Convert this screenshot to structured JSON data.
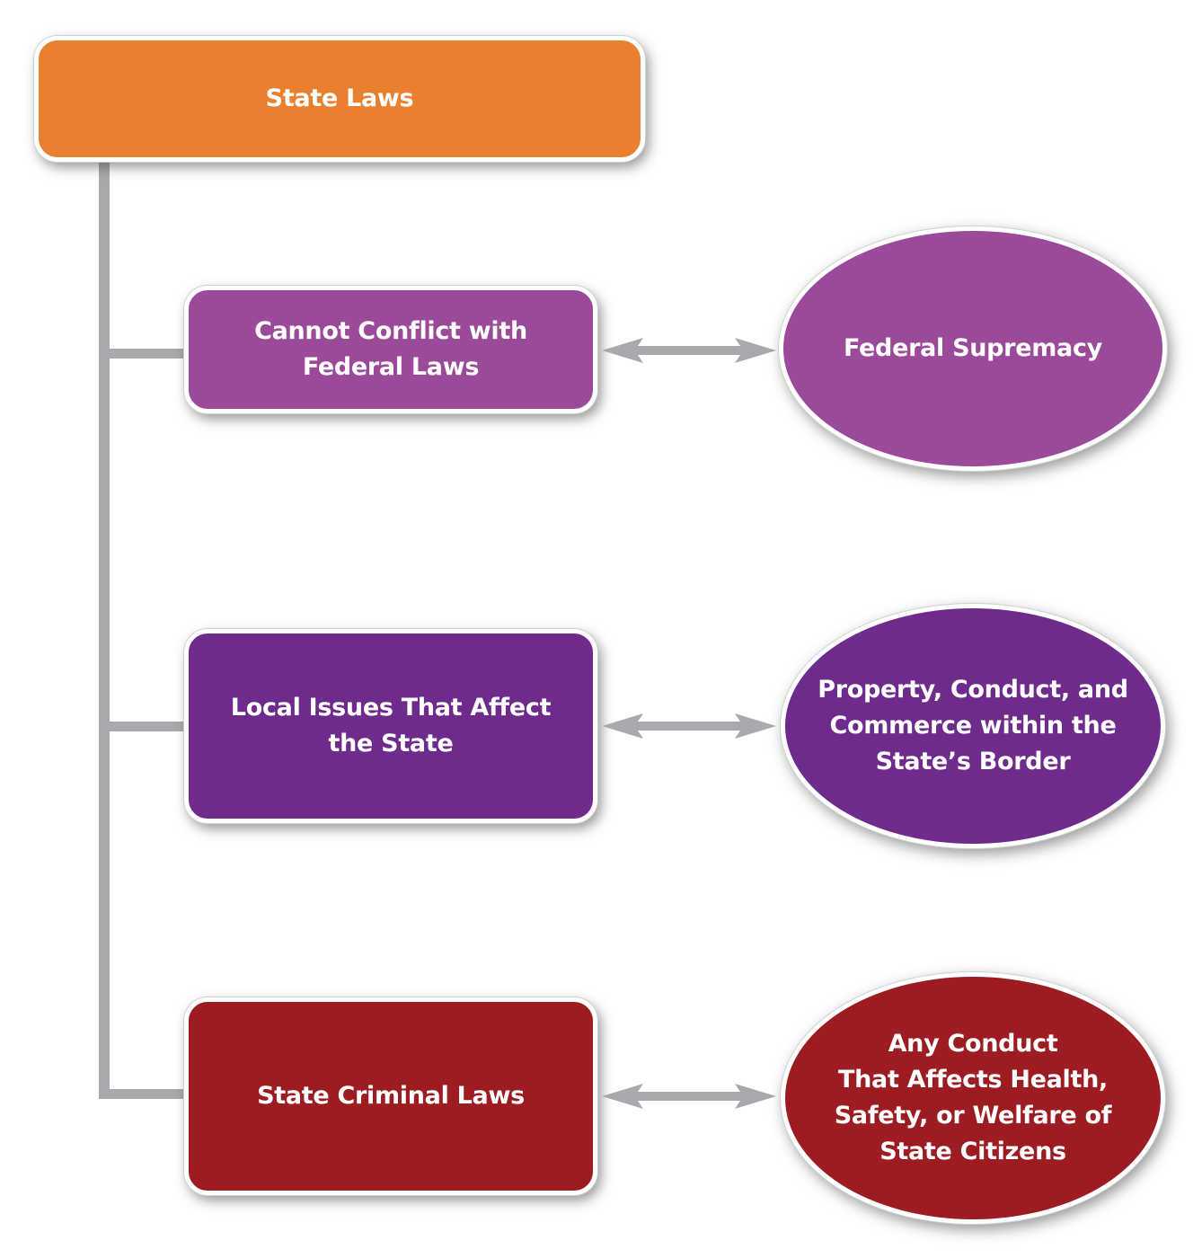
{
  "diagram": {
    "root": {
      "label": "State Laws",
      "color": "#E8802F"
    },
    "branches": [
      {
        "label": "Cannot Conflict with\nFederal Laws",
        "color": "#9B4A9A",
        "related": {
          "label": "Federal Supremacy",
          "color": "#9B4A9A"
        }
      },
      {
        "label": "Local Issues That Affect\nthe State",
        "color": "#6E2B8C",
        "related": {
          "label": "Property, Conduct, and\nCommerce within the\nState’s Border",
          "color": "#6E2B8C"
        }
      },
      {
        "label": "State Criminal Laws",
        "color": "#9C1C22",
        "related": {
          "label": "Any Conduct\nThat Affects Health,\nSafety, or Welfare of\nState Citizens",
          "color": "#9C1C22"
        }
      }
    ],
    "connector_color": "#A7A9AC",
    "connector_type": "double-headed-arrow"
  }
}
